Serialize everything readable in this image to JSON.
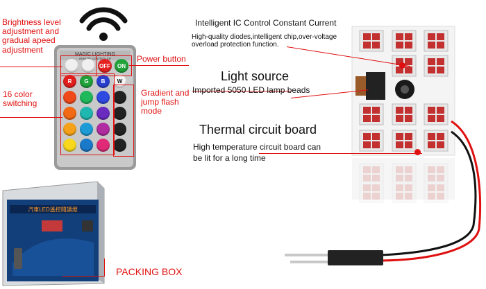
{
  "labels": {
    "brightness": "Brightness level\nadjustment and\ngradual apeed\nadjustment",
    "power_button": "Power button",
    "color_switching": "16 color\nswitching",
    "gradient_flash": "Gradient and\njump flash\nmode",
    "ic_control_title": "Intelligent IC Control Constant Current",
    "ic_control_desc": "High-quality diodes,intelligent chip,over-voltage\noverload protection function.",
    "light_source_title": "Light source",
    "light_source_desc": "Imported 5050 LED lamp beads",
    "thermal_title": "Thermal circuit board",
    "thermal_desc": "High temperature circuit board can\nbe lit for a long time",
    "packing_box": "PACKING BOX"
  },
  "remote": {
    "top_buttons": [
      {
        "icon": "brightness-up-icon",
        "text": "",
        "color": "#f0f0f0"
      },
      {
        "icon": "brightness-down-icon",
        "text": "",
        "color": "#f0f0f0"
      },
      {
        "icon": "power-off-icon",
        "text": "OFF",
        "color": "#e52222"
      },
      {
        "icon": "power-on-icon",
        "text": "ON",
        "color": "#22a33a"
      }
    ],
    "color_rows": [
      [
        {
          "text": "R",
          "color": "#e21d1d"
        },
        {
          "text": "G",
          "color": "#1fa33a"
        },
        {
          "text": "B",
          "color": "#2a3fd0"
        },
        {
          "text": "W",
          "color": "#f5f5f5"
        }
      ],
      [
        {
          "text": "",
          "color": "#f04a1a"
        },
        {
          "text": "",
          "color": "#1fb85a"
        },
        {
          "text": "",
          "color": "#2f4ae0"
        },
        {
          "text": "",
          "color": "#222222"
        }
      ],
      [
        {
          "text": "",
          "color": "#f36a14"
        },
        {
          "text": "",
          "color": "#20b7b0"
        },
        {
          "text": "",
          "color": "#6a2bc0"
        },
        {
          "text": "",
          "color": "#222222"
        }
      ],
      [
        {
          "text": "",
          "color": "#f5a11a"
        },
        {
          "text": "",
          "color": "#1c9bd6"
        },
        {
          "text": "",
          "color": "#b02ca0"
        },
        {
          "text": "",
          "color": "#222222"
        }
      ],
      [
        {
          "text": "",
          "color": "#f7d81c"
        },
        {
          "text": "",
          "color": "#1a79c9"
        },
        {
          "text": "",
          "color": "#e02a78"
        },
        {
          "text": "",
          "color": "#222222"
        }
      ]
    ]
  },
  "board": {
    "led_color": "#c23030"
  }
}
